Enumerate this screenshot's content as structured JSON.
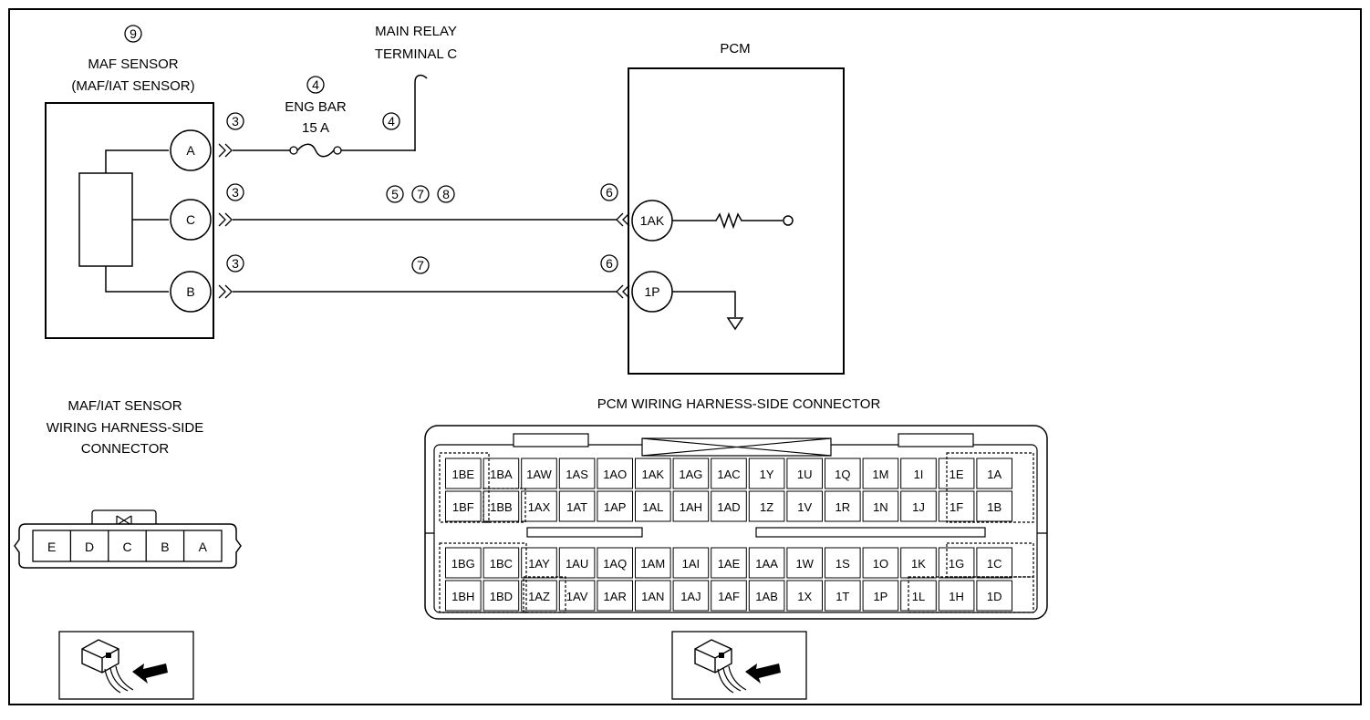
{
  "maf": {
    "number": "9",
    "title": "MAF SENSOR",
    "subtitle": "(MAF/IAT SENSOR)",
    "pins": [
      "A",
      "C",
      "B"
    ],
    "pin_ref": "3"
  },
  "relay": {
    "line1": "MAIN RELAY",
    "line2": "TERMINAL C"
  },
  "fuse": {
    "ref": "4",
    "name": "ENG BAR",
    "rating": "15 A",
    "wire_ref": "4"
  },
  "wires": {
    "c_refs": [
      "5",
      "7",
      "8"
    ],
    "b_ref": "7"
  },
  "pcm": {
    "title": "PCM",
    "pin_ref": "6",
    "pins": [
      "1AK",
      "1P"
    ]
  },
  "maf_connector": {
    "title_lines": [
      "MAF/IAT SENSOR",
      "WIRING HARNESS-SIDE",
      "CONNECTOR"
    ],
    "cells": [
      "E",
      "D",
      "C",
      "B",
      "A"
    ]
  },
  "pcm_connector": {
    "title": "PCM WIRING HARNESS-SIDE CONNECTOR",
    "rows": [
      [
        "1BE",
        "1BA",
        "1AW",
        "1AS",
        "1AO",
        "1AK",
        "1AG",
        "1AC",
        "1Y",
        "1U",
        "1Q",
        "1M",
        "1I",
        "1E",
        "1A"
      ],
      [
        "1BF",
        "1BB",
        "1AX",
        "1AT",
        "1AP",
        "1AL",
        "1AH",
        "1AD",
        "1Z",
        "1V",
        "1R",
        "1N",
        "1J",
        "1F",
        "1B"
      ],
      [
        "1BG",
        "1BC",
        "1AY",
        "1AU",
        "1AQ",
        "1AM",
        "1AI",
        "1AE",
        "1AA",
        "1W",
        "1S",
        "1O",
        "1K",
        "1G",
        "1C"
      ],
      [
        "1BH",
        "1BD",
        "1AZ",
        "1AV",
        "1AR",
        "1AN",
        "1AJ",
        "1AF",
        "1AB",
        "1X",
        "1T",
        "1P",
        "1L",
        "1H",
        "1D"
      ]
    ]
  }
}
